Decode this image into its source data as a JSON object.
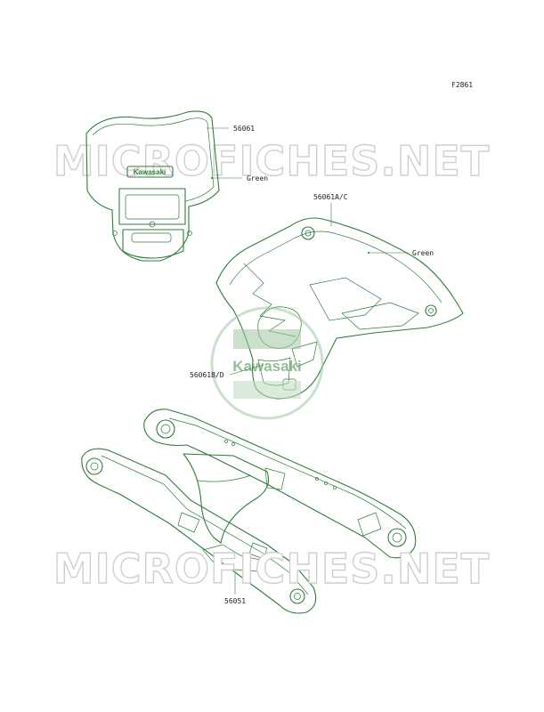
{
  "figure_code": "F2861",
  "watermark_text": "MICROFICHES.NET",
  "logo_text": "Kawasaki",
  "headlight_brand": "Kawasaki",
  "callouts": {
    "headlight_part": "56061",
    "headlight_color": "Green",
    "shroud_part_ac": "56061A/C",
    "shroud_color": "Green",
    "shroud_part_bd": "56061B/D",
    "swingarm_part": "56051"
  },
  "colors": {
    "line": "#2f7d3a",
    "watermark": "#cfcfcf",
    "logo": "#2f7d3a"
  }
}
